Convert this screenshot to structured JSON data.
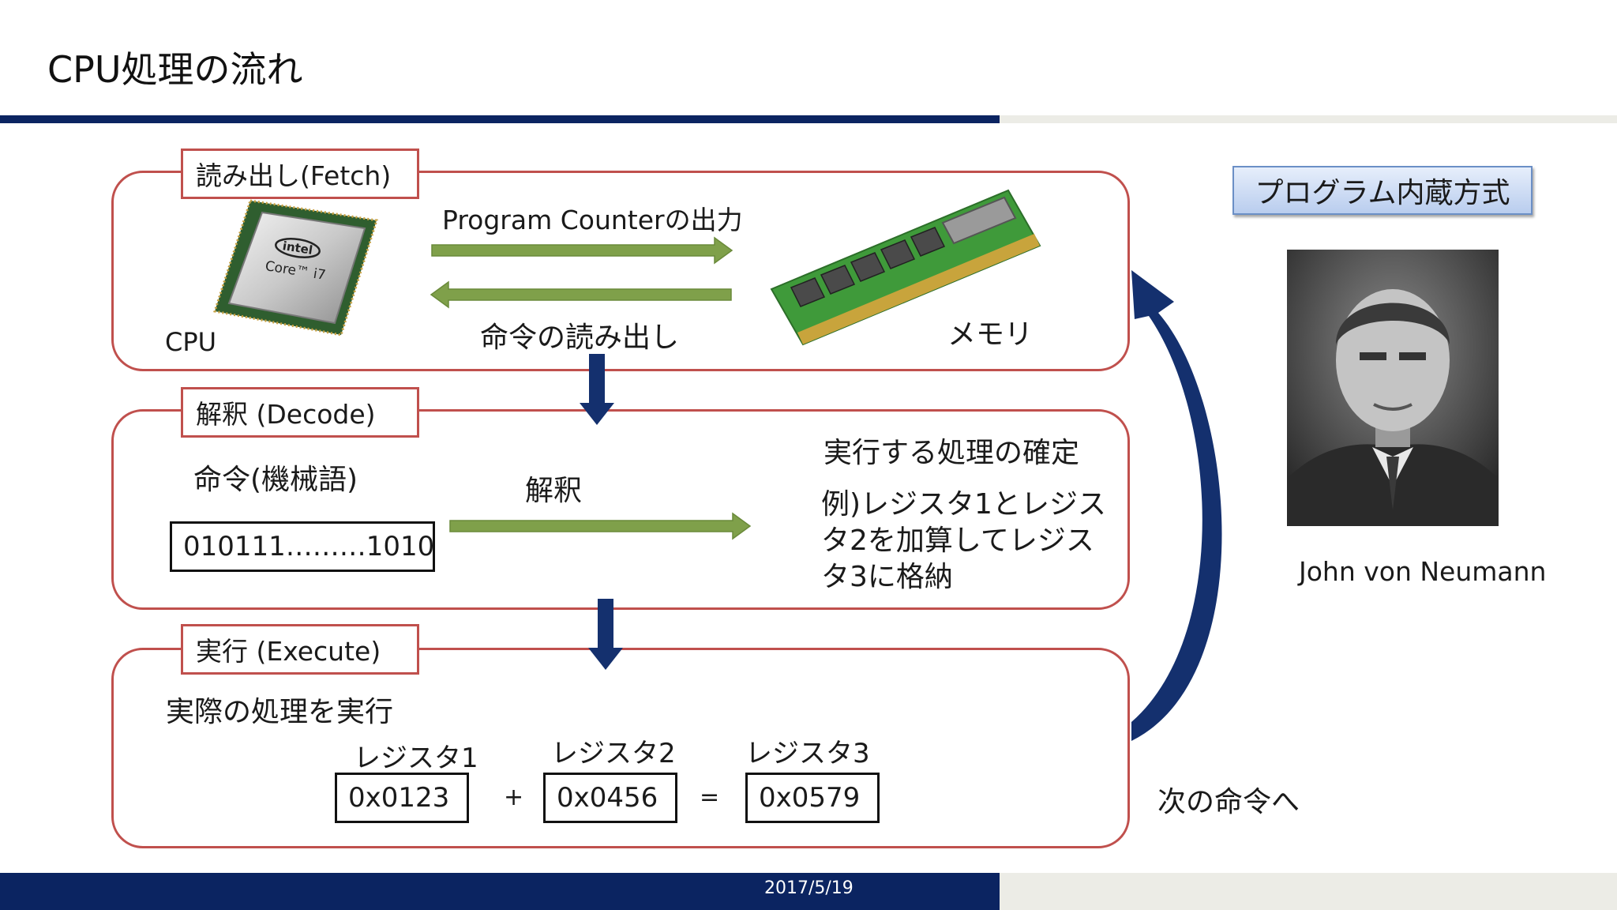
{
  "slide": {
    "title": "CPU処理の流れ",
    "date": "2017/5/19"
  },
  "fetch": {
    "label": "読み出し(Fetch)",
    "cpu_label": "CPU",
    "pc_output": "Program Counterの出力",
    "read_instruction": "命令の読み出し",
    "memory_label": "メモリ",
    "cpu_chip_brand": "intel",
    "cpu_chip_model": "Core™ i7"
  },
  "decode": {
    "label": "解釈 (Decode)",
    "instruction_label": "命令(機械語)",
    "machine_code": "010111………1010",
    "interpret": "解釈",
    "decide": "実行する処理の確定",
    "example": [
      "例)レジスタ1とレジス",
      "タ2を加算してレジス",
      "タ3に格納"
    ]
  },
  "execute": {
    "label": "実行 (Execute)",
    "desc": "実際の処理を実行",
    "registers": [
      {
        "name": "レジスタ1",
        "value": "0x0123"
      },
      {
        "name": "レジスタ2",
        "value": "0x0456"
      },
      {
        "name": "レジスタ3",
        "value": "0x0579"
      }
    ],
    "plus": "+",
    "equals": "=",
    "next": "次の命令へ"
  },
  "side": {
    "stored_program": "プログラム内蔵方式",
    "person_name": "John von Neumann"
  },
  "colors": {
    "navy": "#0b2461",
    "stage_border": "#c0504d",
    "arrow_green": "#7fa04a",
    "arrow_blue": "#14306e"
  }
}
